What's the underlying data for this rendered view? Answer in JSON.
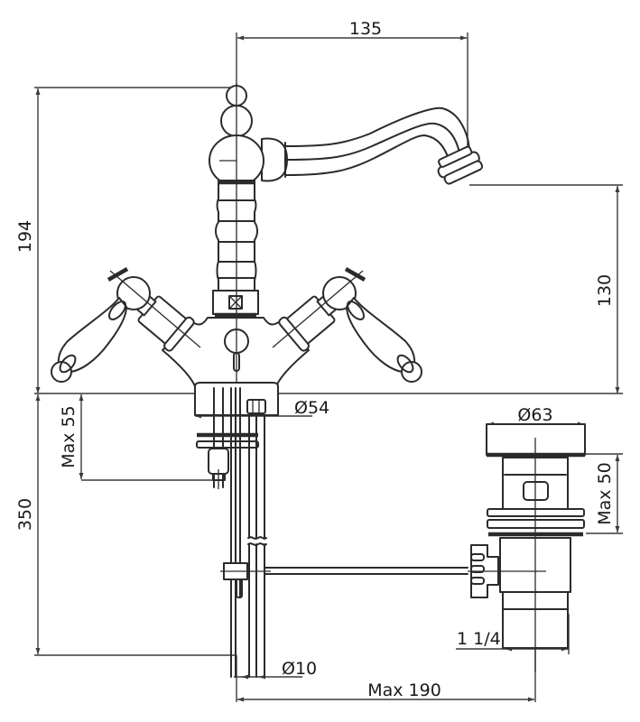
{
  "drawing": {
    "subject": "Two-handle monobloc basin mixer with pop-up waste",
    "line_color": "#2b2b2b",
    "background": "#ffffff"
  },
  "dimensions": {
    "spout_reach": "135",
    "total_height": "194",
    "spout_outlet_height": "130",
    "base_diameter": "Ø54",
    "max_deck_thickness": "Max 55",
    "hose_length": "350",
    "waste_flange_diameter": "Ø63",
    "waste_max_thickness": "Max 50",
    "waste_thread": "1 1/4\"",
    "pipe_diameter": "Ø10",
    "max_rod_length": "Max 190"
  }
}
